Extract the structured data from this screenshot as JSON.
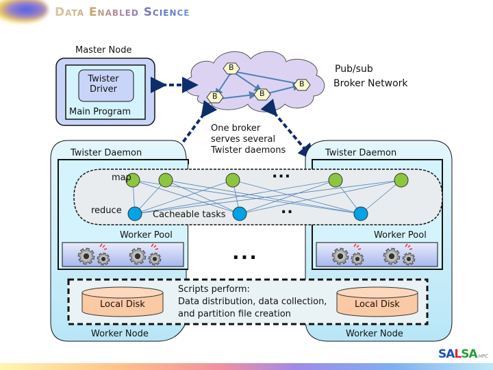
{
  "header": {
    "title": "Data Enabled Science"
  },
  "master_node": {
    "label": "Master Node",
    "driver": [
      "Twister",
      "Driver"
    ],
    "main_program": "Main Program"
  },
  "broker_network": {
    "label": [
      "Pub/sub",
      "Broker Network"
    ],
    "broker_glyph": "B",
    "broker_count": 4,
    "note": [
      "One broker",
      "serves several",
      "Twister daemons"
    ]
  },
  "daemons": [
    {
      "label": "Twister Daemon",
      "worker_pool": "Worker Pool",
      "disk": "Local Disk",
      "node": "Worker Node"
    },
    {
      "label": "Twister Daemon",
      "worker_pool": "Worker Pool",
      "disk": "Local Disk",
      "node": "Worker Node"
    }
  ],
  "tasks": {
    "map_label": "map",
    "reduce_label": "reduce",
    "cacheable_label": "Cacheable tasks",
    "ellipsis_map": "...",
    "ellipsis_reduce": "..",
    "map_color": "#8cc63f",
    "reduce_color": "#00a2e8"
  },
  "middle_ellipsis": "...",
  "scripts": [
    "Scripts perform:",
    "Data distribution, data collection,",
    "and partition file creation"
  ],
  "footer_logo": {
    "text": [
      "SA",
      "L",
      "SA"
    ],
    "suffix": "HPC"
  },
  "colors": {
    "node_fill": "#d6f1fb",
    "master_fill": "#c8d4f7",
    "cloud_fill": "#d9d0f0",
    "disk_fill": "#fbc9a4",
    "arrow": "#0d2d6b",
    "link": "#4f7fb8"
  }
}
